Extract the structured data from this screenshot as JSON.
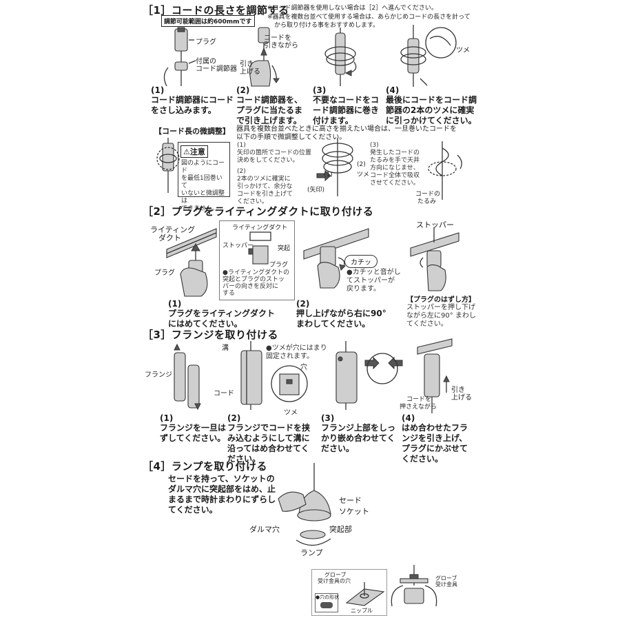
{
  "section1": {
    "title": "［1］コードの長さを調節する",
    "note1": "※コード調節器を使用しない場合は［2］へ進んでください。",
    "note2": "※器具を複数台並べて使用する場合は、あらかじめコードの長さを計って",
    "note3": "から取り付ける事をおすすめします。",
    "range_label": "調節可能範囲は約600mmです",
    "labels": {
      "plug": "プラグ",
      "adjuster_1": "付属の",
      "adjuster_2": "コード調節器",
      "pull_cord_1": "コードを",
      "pull_cord_2": "引きながら",
      "pull_up_1": "引き",
      "pull_up_2": "上げる",
      "claw": "ツメ"
    },
    "steps": [
      {
        "num": "(1)",
        "line1": "コード調節器にコード",
        "line2": "をさし込みます。",
        "line3": ""
      },
      {
        "num": "(2)",
        "line1": "コード調節器を、",
        "line2": "プラグに当たるま",
        "line3": "で引き上げます。"
      },
      {
        "num": "(3)",
        "line1": "不要なコードをコ",
        "line2": "ード調節器に巻き",
        "line3": "付けます。"
      },
      {
        "num": "(4)",
        "line1": "最後にコードをコード調",
        "line2": "節器の2本のツメに確実",
        "line3": "に引っかけてください。"
      }
    ],
    "fine": {
      "title": "【コード長の微調整】",
      "intro1": "器具を複数台並べたときに高さを揃えたい場合は、一旦巻いたコードを",
      "intro2": "以下の手順で微調整してください。",
      "caution_head": "⚠注意",
      "caution_text": [
        "図のようにコード",
        "を最低1回巻いて",
        "いないと微調整は",
        "できません。"
      ],
      "sub1_num": "(1)",
      "sub1_text": [
        "矢印の箇所でコードの位置",
        "決めをしてください。"
      ],
      "sub2_num": "(2)",
      "sub2_text": [
        "2本のツメに確実に",
        "引っかけて、余分な",
        "コードを引き上げて",
        "ください。"
      ],
      "sub3_num": "(3)",
      "sub3_text": [
        "発生したコードの",
        "たるみを手で天井",
        "方向になじませ、",
        "コード全体で吸収",
        "させてください。"
      ],
      "arrow_label": "(矢印)",
      "claw_label": "ツメ",
      "mark1": "(1)",
      "mark2": "(2)",
      "slack_1": "コードの",
      "slack_2": "たるみ"
    }
  },
  "section2": {
    "title": "［2］プラグをライティングダクトに取り付ける",
    "labels": {
      "duct_1": "ライティング",
      "duct_2": "ダクト",
      "plug": "プラグ",
      "stopper": "ストッパー",
      "click": "カチッ"
    },
    "inset": {
      "duct": "ライティングダクト",
      "stopper": "ストッパー",
      "protrusion": "突起",
      "plug": "プラグ",
      "text": [
        "●ライティングダクトの",
        "突起とプラグのストッ",
        "パーの向きを反対に",
        "する"
      ]
    },
    "click_text": [
      "●カチッと音がし",
      "てストッパーが",
      "戻ります。"
    ],
    "steps": [
      {
        "num": "(1)",
        "line1": "プラグをライティングダクト",
        "line2": "にはめてください。"
      },
      {
        "num": "(2)",
        "line1": "押し上げながら右に90°",
        "line2": "まわしてください。"
      }
    ],
    "removal": {
      "title": "【プラグのはずし方】",
      "text": [
        "ストッパーを押し下げ",
        "ながら左に90° まわし",
        "てください。"
      ]
    }
  },
  "section3": {
    "title": "［3］フランジを取り付ける",
    "labels": {
      "flange": "フランジ",
      "groove": "溝",
      "cord": "コード",
      "hole": "穴",
      "claw": "ツメ",
      "pull_1": "引き",
      "pull_2": "上げる",
      "hold_1": "コードを",
      "hold_2": "押さえながら"
    },
    "claw_note": [
      "●ツメが穴にはまり",
      "固定されます。"
    ],
    "steps": [
      {
        "num": "(1)",
        "line1": "フランジを一旦は",
        "line2": "ずしてください。",
        "line3": ""
      },
      {
        "num": "(2)",
        "line1": "フランジでコードを挟",
        "line2": "み込むようにして溝に",
        "line3": "沿ってはめ合わせてく",
        "line4": "ださい。"
      },
      {
        "num": "(3)",
        "line1": "フランジ上部をしっ",
        "line2": "かり嵌め合わせてく",
        "line3": "ださい。"
      },
      {
        "num": "(4)",
        "line1": "はめ合わせたフラ",
        "line2": "ンジを引き上げ、",
        "line3": "プラグにかぶせて",
        "line4": "ください。"
      }
    ]
  },
  "section4": {
    "title": "［4］ランプを取り付ける",
    "text": [
      "セードを持って、ソケットの",
      "ダルマ穴に突起部をはめ、止",
      "まるまで時計まわりにずらし",
      "てください。"
    ],
    "labels": {
      "shade": "セード",
      "socket": "ソケット",
      "keyhole": "ダルマ穴",
      "protrusion": "突起部",
      "lamp": "ランプ"
    }
  },
  "bottom": {
    "globe_hole_1": "グローブ",
    "globe_hole_2": "受け金具の穴",
    "hole_shape": "●穴の形状",
    "nipple": "ニップル",
    "globe_fitting_1": "グローブ",
    "globe_fitting_2": "受け金具"
  }
}
